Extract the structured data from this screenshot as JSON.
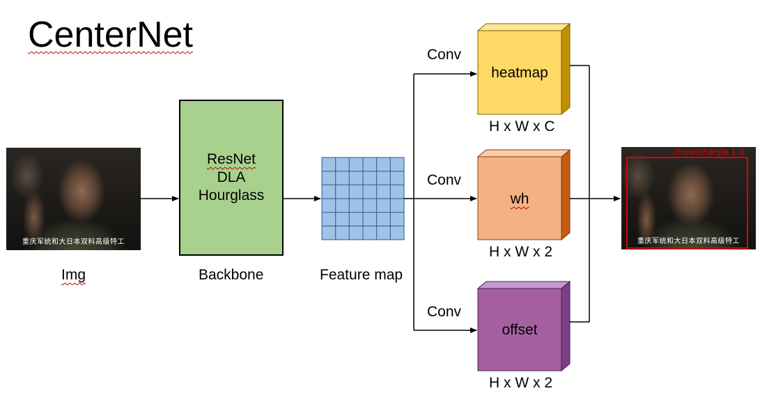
{
  "title": "CenterNet",
  "input": {
    "label": "Img",
    "subtitle": "重庆军统和大日本双料高级特工"
  },
  "backbone": {
    "lines": [
      "ResNet",
      "DLA",
      "Hourglass"
    ],
    "label": "Backbone",
    "color": "#a9d18e"
  },
  "feature_map": {
    "label": "Feature map",
    "color": "#9dc3e6"
  },
  "heads": [
    {
      "conv": "Conv",
      "name": "heatmap",
      "shape": "H x W x C",
      "color": "#ffd966"
    },
    {
      "conv": "Conv",
      "name": "wh",
      "shape": "H x W x 2",
      "color": "#f4b183"
    },
    {
      "conv": "Conv",
      "name": "offset",
      "shape": "H x W x 2",
      "color": "#a5619f"
    }
  ],
  "output": {
    "subtitle": "重庆军统和大日本双料高级特工",
    "detection_label": "chuanshanjia  1.0",
    "box_color": "#e00000"
  }
}
